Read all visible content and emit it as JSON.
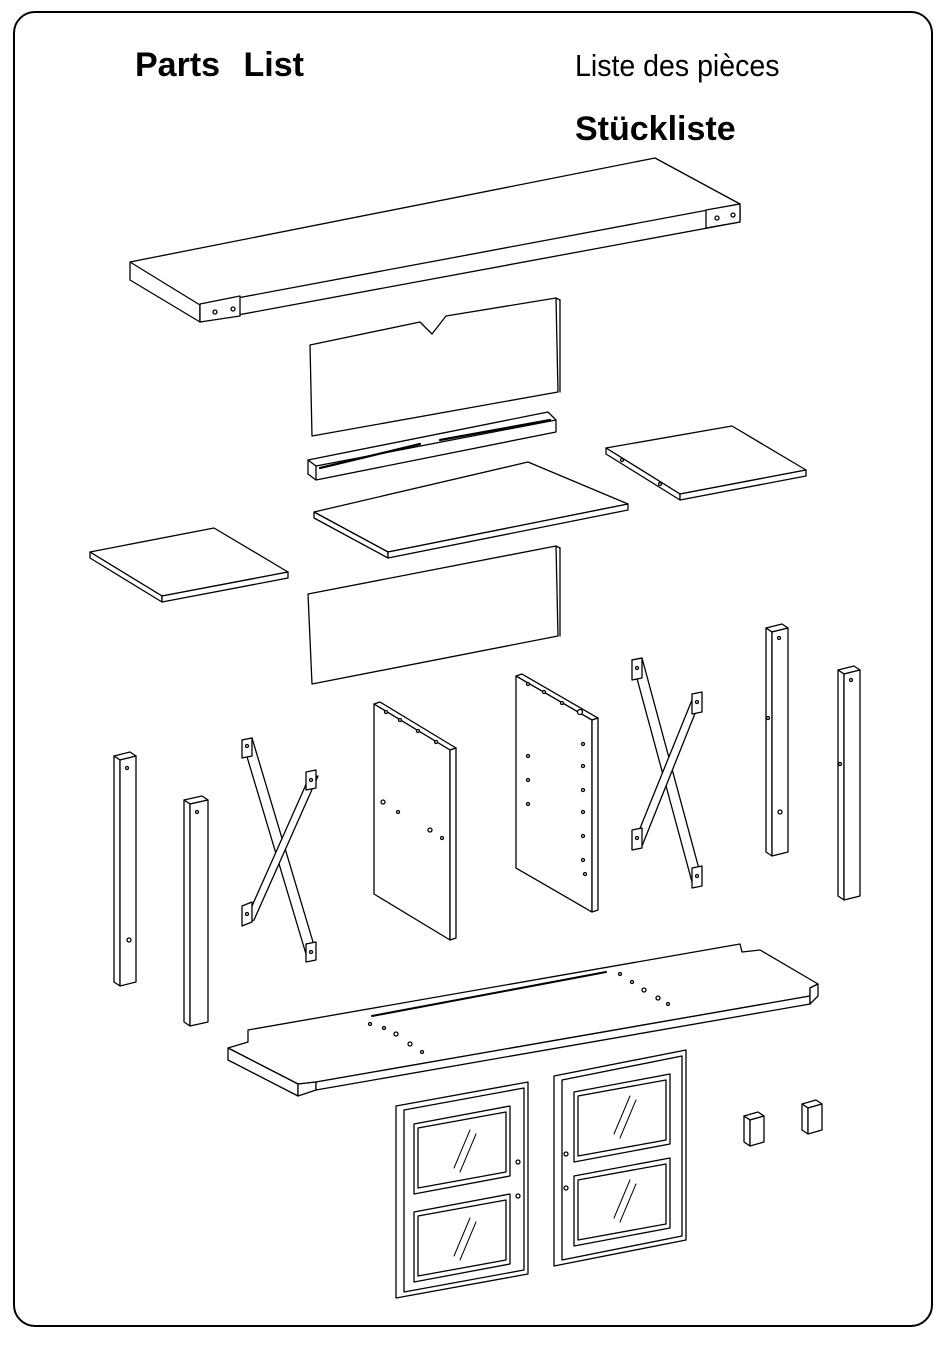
{
  "titles": {
    "en": "Parts List",
    "fr": "Liste des pièces",
    "de": "Stückliste"
  },
  "colors": {
    "line": "#000000",
    "paper": "#ffffff"
  }
}
